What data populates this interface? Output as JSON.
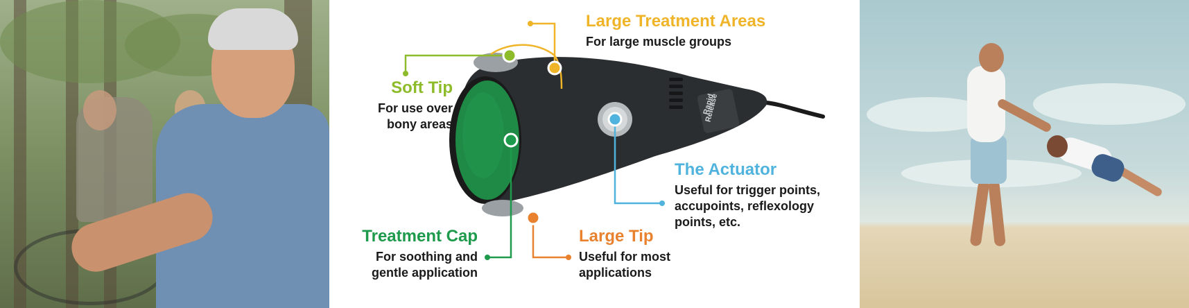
{
  "colors": {
    "yellow": "#f0b429",
    "lime": "#8dbb2a",
    "blue": "#4fb3dd",
    "green": "#1d9a4b",
    "orange": "#e8822f",
    "device_body": "#2b2e30",
    "treatment_cap": "#1f8a45"
  },
  "device": {
    "brand_line1": "Rapid",
    "brand_line2": "Release"
  },
  "callouts": {
    "large_treatment_areas": {
      "title": "Large Treatment Areas",
      "lines": [
        "For large muscle groups"
      ]
    },
    "soft_tip": {
      "title": "Soft Tip",
      "lines": [
        "For use over",
        "bony areas"
      ]
    },
    "actuator": {
      "title": "The Actuator",
      "lines": [
        "Useful for trigger points,",
        "accupoints, reflexology",
        "points, etc."
      ]
    },
    "treatment_cap": {
      "title": "Treatment Cap",
      "lines": [
        "For soothing and",
        "gentle application"
      ]
    },
    "large_tip": {
      "title": "Large Tip",
      "lines": [
        "Useful for most",
        "applications"
      ]
    }
  }
}
